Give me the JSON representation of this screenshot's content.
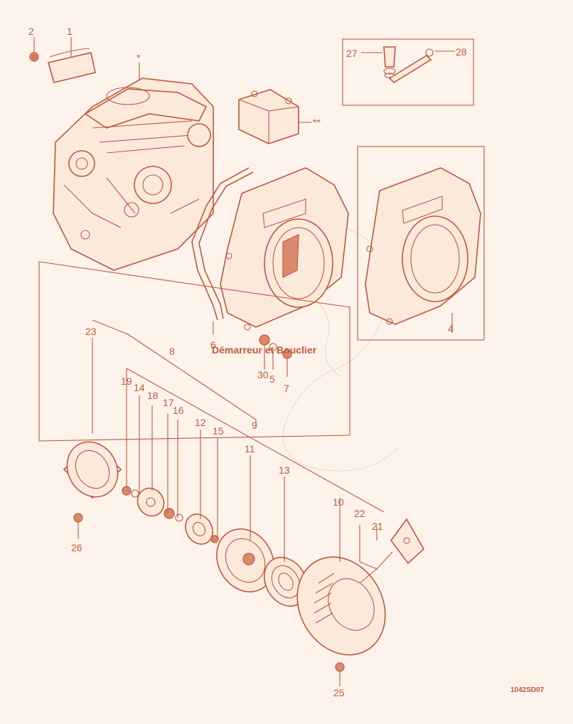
{
  "diagram": {
    "title": "Démarreur et Bouclier",
    "code": "1042SD07",
    "labels": {
      "p1": "1",
      "p2": "2",
      "p4": "4",
      "p5": "5",
      "p6": "6",
      "p7": "7",
      "p8": "8",
      "p9": "9",
      "p10": "10",
      "p11": "11",
      "p12": "12",
      "p13": "13",
      "p14": "14",
      "p15": "15",
      "p16": "16",
      "p17": "17",
      "p18": "18",
      "p19": "19",
      "p21": "21",
      "p22": "22",
      "p23": "23",
      "p25": "25",
      "p26": "26",
      "p27": "27",
      "p28": "28",
      "p30": "30",
      "star1": "*",
      "star2": "**"
    }
  }
}
